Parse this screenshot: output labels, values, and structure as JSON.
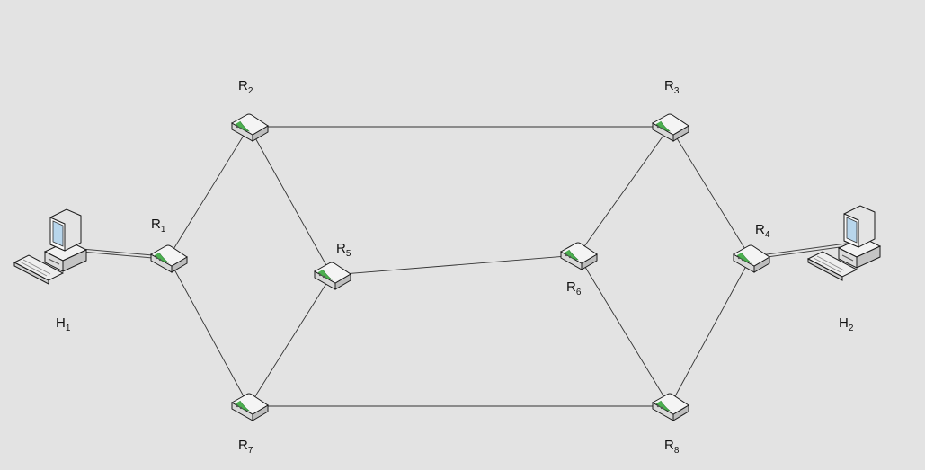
{
  "nodes": {
    "H1": {
      "label": "H",
      "sub": "1",
      "kind": "host-icon"
    },
    "H2": {
      "label": "H",
      "sub": "2",
      "kind": "host-icon"
    },
    "R1": {
      "label": "R",
      "sub": "1",
      "kind": "router-icon"
    },
    "R2": {
      "label": "R",
      "sub": "2",
      "kind": "router-icon"
    },
    "R3": {
      "label": "R",
      "sub": "3",
      "kind": "router-icon"
    },
    "R4": {
      "label": "R",
      "sub": "4",
      "kind": "router-icon"
    },
    "R5": {
      "label": "R",
      "sub": "5",
      "kind": "router-icon"
    },
    "R6": {
      "label": "R",
      "sub": "6",
      "kind": "router-icon"
    },
    "R7": {
      "label": "R",
      "sub": "7",
      "kind": "router-icon"
    },
    "R8": {
      "label": "R",
      "sub": "8",
      "kind": "router-icon"
    }
  },
  "links": [
    [
      "H1",
      "R1"
    ],
    [
      "R1",
      "R2"
    ],
    [
      "R1",
      "R7"
    ],
    [
      "R2",
      "R3"
    ],
    [
      "R2",
      "R5"
    ],
    [
      "R7",
      "R5"
    ],
    [
      "R7",
      "R8"
    ],
    [
      "R5",
      "R6"
    ],
    [
      "R6",
      "R3"
    ],
    [
      "R6",
      "R8"
    ],
    [
      "R3",
      "R4"
    ],
    [
      "R8",
      "R4"
    ],
    [
      "R4",
      "H2"
    ]
  ],
  "colors": {
    "background": "#e3e3e3",
    "link": "#333333",
    "device_body": "#f4f4f4",
    "device_outline": "#1a1a1a",
    "accent": "#4caf50",
    "screen": "#b8d6ec"
  }
}
